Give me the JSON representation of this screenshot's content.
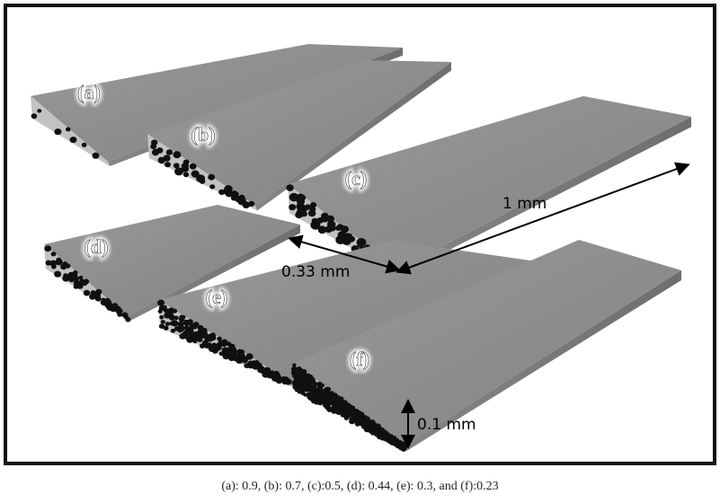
{
  "panels": [
    {
      "id": "a",
      "label": "(a)",
      "pore_density": "sparse"
    },
    {
      "id": "b",
      "label": "(b)",
      "pore_density": "low"
    },
    {
      "id": "c",
      "label": "(c)",
      "pore_density": "medium"
    },
    {
      "id": "d",
      "label": "(d)",
      "pore_density": "medium-high"
    },
    {
      "id": "e",
      "label": "(e)",
      "pore_density": "high"
    },
    {
      "id": "f",
      "label": "(f)",
      "pore_density": "very-high"
    }
  ],
  "dimensions": {
    "length": "1 mm",
    "width": "0.33 mm",
    "height": "0.1 mm"
  },
  "caption": "(a): 0.9, (b): 0.7, (c):0.5, (d): 0.44, (e): 0.3, and (f):0.23",
  "colors": {
    "top": "#8b8b8b",
    "side": "#7a7a7a",
    "front": "#c2c2c2",
    "pore": "#101010",
    "frame": "#111111"
  }
}
